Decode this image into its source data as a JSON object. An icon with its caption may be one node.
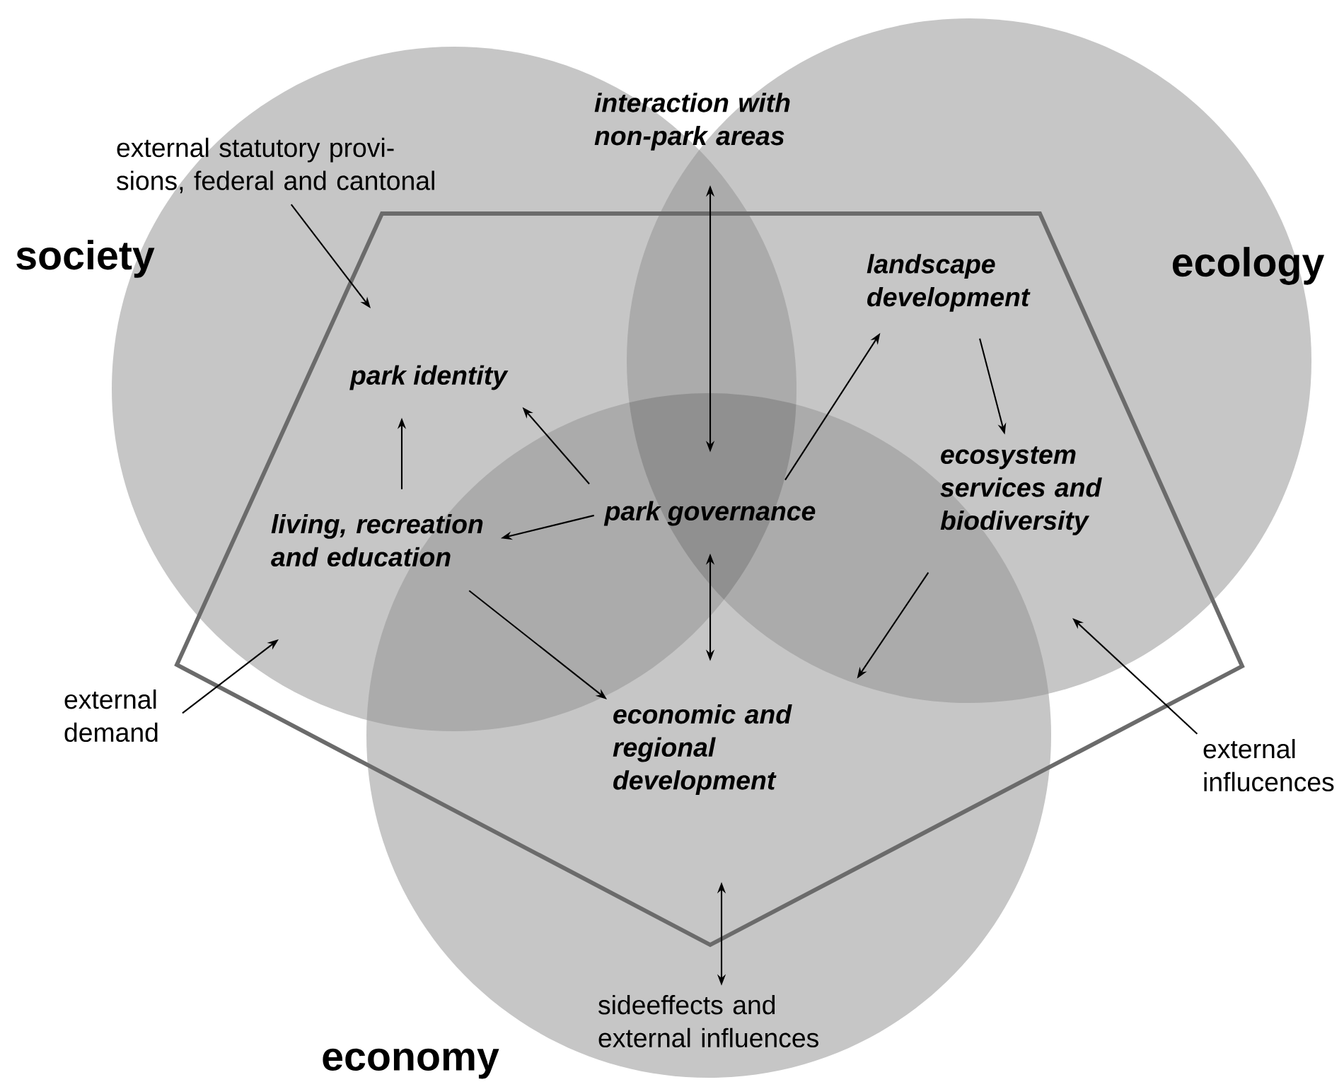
{
  "diagram": {
    "nodes": [
      {
        "text": [
          "interaction with non-park areas"
        ]
      },
      {
        "text": [
          "external statutory provi- sions, federal and cantonal"
        ]
      },
      {
        "text": [
          "landscape development"
        ]
      },
      {
        "text": [
          "park identity"
        ]
      },
      {
        "text": [
          "ecosystem services and biodiversity"
        ]
      },
      {
        "text": [
          "park governance"
        ]
      },
      {
        "text": [
          "living, recreation and education"
        ]
      },
      {
        "text": [
          "external demand"
        ]
      },
      {
        "text": [
          "economic and regional development"
        ]
      },
      {
        "text": [
          "external influcences"
        ]
      },
      {
        "text": [
          "sideeffects and external influences"
        ]
      }
    ],
    "edges": [
      {
        "from": 1,
        "to": null,
        "arrow": "to"
      },
      {
        "from": 0,
        "to": 5,
        "arrow": "both"
      },
      {
        "from": 5,
        "to": 3,
        "arrow": "to"
      },
      {
        "from": 6,
        "to": 3,
        "arrow": "to"
      },
      {
        "from": 5,
        "to": 6,
        "arrow": "to"
      },
      {
        "from": 5,
        "to": 2,
        "arrow": "to"
      },
      {
        "from": 2,
        "to": 4,
        "arrow": "to"
      },
      {
        "from": 5,
        "to": 8,
        "arrow": "both"
      },
      {
        "from": 6,
        "to": 8,
        "arrow": "to"
      },
      {
        "from": 4,
        "to": 8,
        "arrow": "to"
      },
      {
        "from": 7,
        "to": null,
        "arrow": "to"
      },
      {
        "from": 9,
        "to": null,
        "arrow": "to"
      },
      {
        "from": 8,
        "to": 10,
        "arrow": "both"
      }
    ],
    "labels": [
      "society",
      "ecology",
      "economy"
    ]
  }
}
